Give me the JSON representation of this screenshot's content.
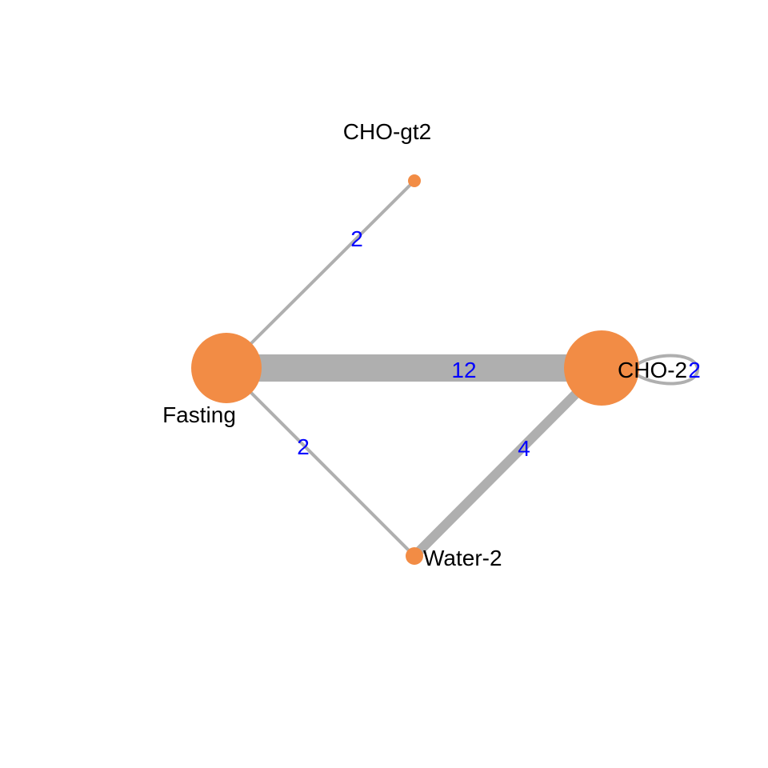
{
  "colors": {
    "node_fill": "#F28C45",
    "edge_stroke": "#AFAFAF",
    "edge_label": "#0000FF",
    "node_label": "#000000",
    "background": "#FFFFFF"
  },
  "nodes": [
    {
      "id": "cho-gt2",
      "label": "CHO-gt2",
      "size": "small"
    },
    {
      "id": "fasting",
      "label": "Fasting",
      "size": "large"
    },
    {
      "id": "cho-2",
      "label": "CHO-2",
      "size": "large"
    },
    {
      "id": "water-2",
      "label": "Water-2",
      "size": "small"
    }
  ],
  "edges": [
    {
      "id": "fasting-cho-gt2",
      "source": "Fasting",
      "target": "CHO-gt2",
      "weight": 2,
      "label": "2"
    },
    {
      "id": "fasting-cho-2",
      "source": "Fasting",
      "target": "CHO-2",
      "weight": 12,
      "label": "12"
    },
    {
      "id": "fasting-water-2",
      "source": "Fasting",
      "target": "Water-2",
      "weight": 2,
      "label": "2"
    },
    {
      "id": "cho-2-water-2",
      "source": "CHO-2",
      "target": "Water-2",
      "weight": 4,
      "label": "4"
    },
    {
      "id": "cho-2-self-loop",
      "source": "CHO-2",
      "target": "CHO-2",
      "weight": 2,
      "label": "2"
    }
  ]
}
